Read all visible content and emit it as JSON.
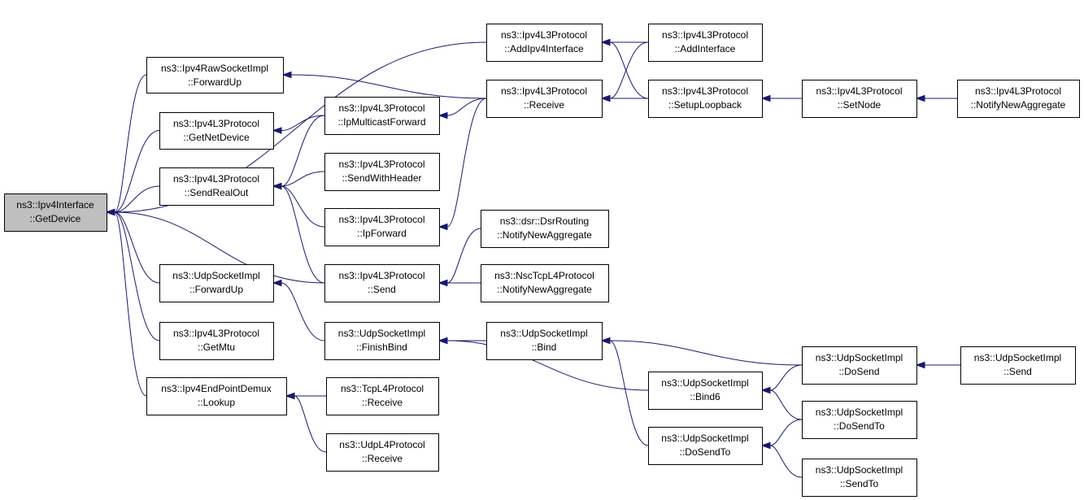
{
  "colors": {
    "edge": "#191970",
    "root_fill": "#bfbfbf",
    "node_fill": "#ffffff",
    "node_border": "#000000"
  },
  "nodes": {
    "root": [
      "ns3::Ipv4Interface",
      "::GetDevice"
    ],
    "raw_forwardup": [
      "ns3::Ipv4RawSocketImpl",
      "::ForwardUp"
    ],
    "l3_getnetdevice": [
      "ns3::Ipv4L3Protocol",
      "::GetNetDevice"
    ],
    "l3_sendrealout": [
      "ns3::Ipv4L3Protocol",
      "::SendRealOut"
    ],
    "udp_forwardup": [
      "ns3::UdpSocketImpl",
      "::ForwardUp"
    ],
    "l3_getmtu": [
      "ns3::Ipv4L3Protocol",
      "::GetMtu"
    ],
    "demux_lookup": [
      "ns3::Ipv4EndPointDemux",
      "::Lookup"
    ],
    "l3_ipmulticastforward": [
      "ns3::Ipv4L3Protocol",
      "::IpMulticastForward"
    ],
    "l3_sendwithheader": [
      "ns3::Ipv4L3Protocol",
      "::SendWithHeader"
    ],
    "l3_ipforward": [
      "ns3::Ipv4L3Protocol",
      "::IpForward"
    ],
    "l3_send": [
      "ns3::Ipv4L3Protocol",
      "::Send"
    ],
    "udp_finishbind": [
      "ns3::UdpSocketImpl",
      "::FinishBind"
    ],
    "tcp_receive": [
      "ns3::TcpL4Protocol",
      "::Receive"
    ],
    "udpl4_receive": [
      "ns3::UdpL4Protocol",
      "::Receive"
    ],
    "l3_addipv4interface": [
      "ns3::Ipv4L3Protocol",
      "::AddIpv4Interface"
    ],
    "l3_receive": [
      "ns3::Ipv4L3Protocol",
      "::Receive"
    ],
    "dsr_notify": [
      "ns3::dsr::DsrRouting",
      "::NotifyNewAggregate"
    ],
    "nsc_notify": [
      "ns3::NscTcpL4Protocol",
      "::NotifyNewAggregate"
    ],
    "udp_bind": [
      "ns3::UdpSocketImpl",
      "::Bind"
    ],
    "l3_addinterface": [
      "ns3::Ipv4L3Protocol",
      "::AddInterface"
    ],
    "l3_setuploopback": [
      "ns3::Ipv4L3Protocol",
      "::SetupLoopback"
    ],
    "udp_bind6": [
      "ns3::UdpSocketImpl",
      "::Bind6"
    ],
    "udp_dosendto_a": [
      "ns3::UdpSocketImpl",
      "::DoSendTo"
    ],
    "l3_setnode": [
      "ns3::Ipv4L3Protocol",
      "::SetNode"
    ],
    "udp_dosend": [
      "ns3::UdpSocketImpl",
      "::DoSend"
    ],
    "udp_dosendto_b": [
      "ns3::UdpSocketImpl",
      "::DoSendTo"
    ],
    "udp_sendto": [
      "ns3::UdpSocketImpl",
      "::SendTo"
    ],
    "l3_notify": [
      "ns3::Ipv4L3Protocol",
      "::NotifyNewAggregate"
    ],
    "udp_send": [
      "ns3::UdpSocketImpl",
      "::Send"
    ]
  },
  "edges": [
    [
      "l3_addipv4interface",
      "root"
    ],
    [
      "raw_forwardup",
      "root"
    ],
    [
      "l3_getnetdevice",
      "root"
    ],
    [
      "l3_sendrealout",
      "root"
    ],
    [
      "l3_send",
      "root"
    ],
    [
      "udp_forwardup",
      "root"
    ],
    [
      "l3_getmtu",
      "root"
    ],
    [
      "demux_lookup",
      "root"
    ],
    [
      "l3_receive",
      "raw_forwardup"
    ],
    [
      "l3_ipmulticastforward",
      "l3_getnetdevice"
    ],
    [
      "l3_ipmulticastforward",
      "l3_sendrealout"
    ],
    [
      "l3_sendwithheader",
      "l3_sendrealout"
    ],
    [
      "l3_ipforward",
      "l3_sendrealout"
    ],
    [
      "l3_send",
      "l3_sendrealout"
    ],
    [
      "udp_finishbind",
      "udp_forwardup"
    ],
    [
      "tcp_receive",
      "demux_lookup"
    ],
    [
      "udpl4_receive",
      "demux_lookup"
    ],
    [
      "l3_receive",
      "l3_ipmulticastforward"
    ],
    [
      "l3_receive",
      "l3_ipforward"
    ],
    [
      "dsr_notify",
      "l3_send"
    ],
    [
      "nsc_notify",
      "l3_send"
    ],
    [
      "udp_bind",
      "udp_finishbind"
    ],
    [
      "udp_bind6",
      "udp_finishbind"
    ],
    [
      "l3_addinterface",
      "l3_receive"
    ],
    [
      "l3_setuploopback",
      "l3_receive"
    ],
    [
      "l3_addinterface",
      "l3_addipv4interface"
    ],
    [
      "l3_setuploopback",
      "l3_addipv4interface"
    ],
    [
      "l3_setnode",
      "l3_setuploopback"
    ],
    [
      "l3_notify",
      "l3_setnode"
    ],
    [
      "udp_dosend",
      "udp_bind"
    ],
    [
      "udp_dosendto_a",
      "udp_bind"
    ],
    [
      "udp_dosend",
      "udp_bind6"
    ],
    [
      "udp_dosendto_b",
      "udp_bind6"
    ],
    [
      "udp_dosendto_b",
      "udp_dosendto_a"
    ],
    [
      "udp_sendto",
      "udp_dosendto_a"
    ],
    [
      "udp_send",
      "udp_dosend"
    ]
  ]
}
